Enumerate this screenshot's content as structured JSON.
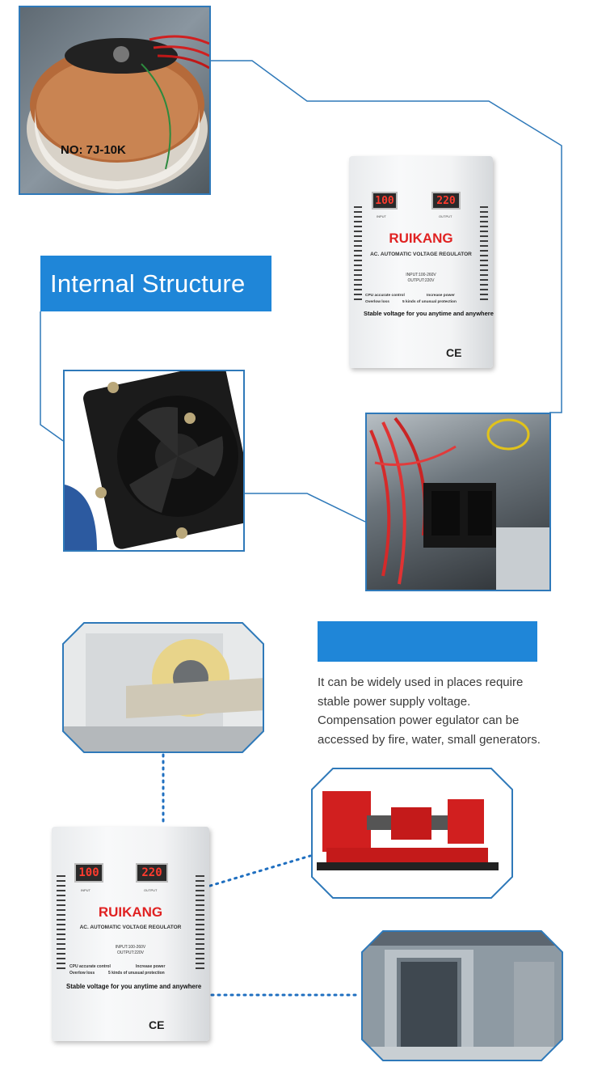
{
  "title": "Internal Structure",
  "description_lines": [
    "It can be widely used in places require",
    "stable power supply voltage.",
    "Compensation power egulator can be",
    "accessed by fire, water, small generators."
  ],
  "toroid_label": "NO: 7J-10K",
  "device": {
    "input_reading": "100",
    "output_reading": "220",
    "input_label": "INPUT",
    "output_label": "OUTPUT",
    "brand": "RUIKANG",
    "model": "AC. AUTOMATIC VOLTAGE REGULATOR",
    "spec_input": "INPUT:100-260V",
    "spec_output": "OUTPUT:220V",
    "feature_1": "CPU accurate control",
    "feature_2": "Increase power",
    "feature_3": "Overlow loss",
    "feature_4": "5 kinds of unusual protection",
    "slogan": "Stable voltage for you anytime and anywhere",
    "mark": "CE"
  },
  "colors": {
    "accent_blue": "#1f86d8",
    "frame_blue": "#2f79b9",
    "brand_red": "#e02222",
    "led_red": "#ff3b2e"
  }
}
